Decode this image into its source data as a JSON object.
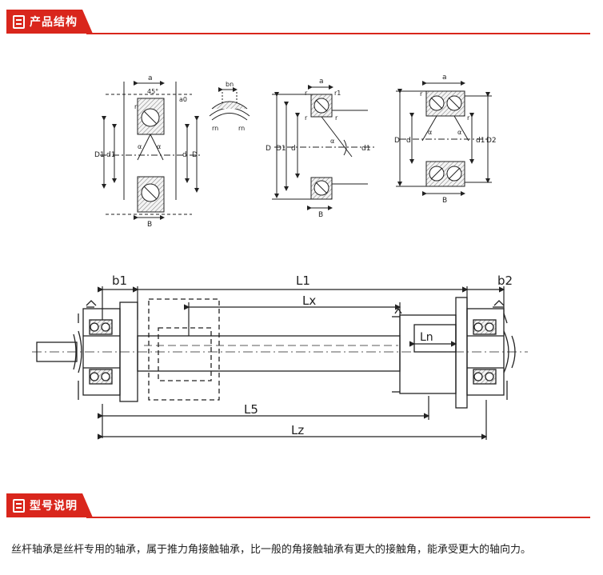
{
  "sections": {
    "structure": {
      "title": "产品结构"
    },
    "model": {
      "title": "型号说明"
    }
  },
  "bearing_diagrams": {
    "d1": {
      "a": "a",
      "angle": "45°",
      "a0": "a0",
      "r": "r",
      "alpha": "α",
      "D1": "D1",
      "d1": "d1",
      "d": "d",
      "D": "D",
      "B": "B"
    },
    "d2": {
      "bn": "bn",
      "rn": "rn"
    },
    "d3": {
      "a": "a",
      "r": "r",
      "r1": "r1",
      "alpha": "α",
      "D": "D",
      "D1": "D1",
      "d": "d",
      "d1": "d1",
      "B": "B"
    },
    "d4": {
      "a": "a",
      "r": "r",
      "alpha": "α",
      "D": "D",
      "d": "d",
      "d1": "d1",
      "D2": "D2",
      "B": "B"
    }
  },
  "assembly_labels": {
    "b1": "b1",
    "L1": "L1",
    "b2": "b2",
    "Lx": "Lx",
    "Ln": "Ln",
    "L5": "L5",
    "Lz": "Lz"
  },
  "description": "丝杆轴承是丝杆专用的轴承，属于推力角接触轴承，比一般的角接触轴承有更大的接触角，能承受更大的轴向力。"
}
